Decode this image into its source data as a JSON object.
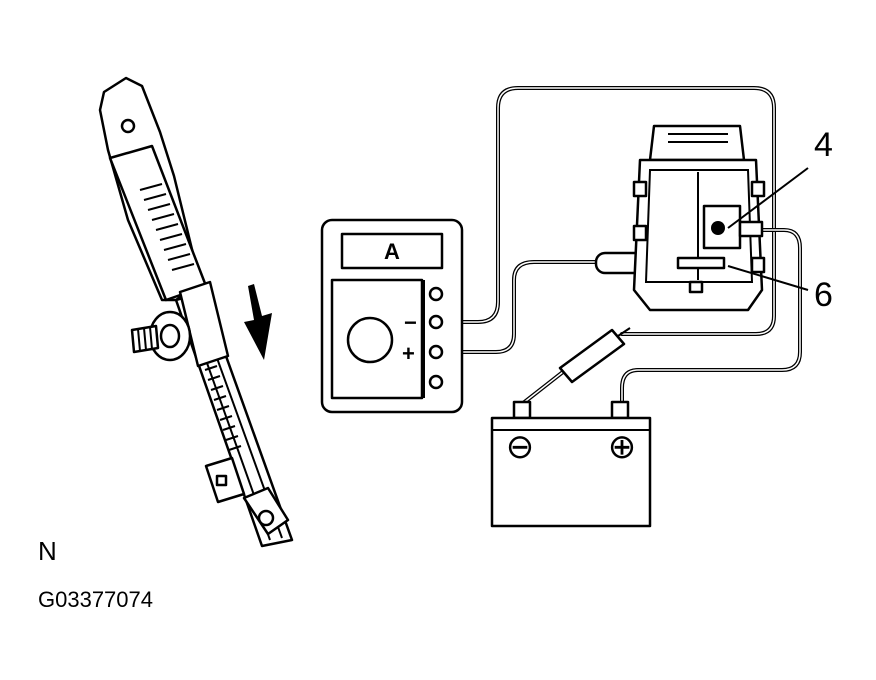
{
  "figure": {
    "meter_label": "A",
    "meter_minus": "−",
    "meter_plus": "+",
    "callouts": [
      {
        "id": "callout-4",
        "text": "4"
      },
      {
        "id": "callout-6",
        "text": "6"
      }
    ],
    "battery_negative": "⊖",
    "battery_positive": "⊕",
    "view_label": "N",
    "figure_code": "G03377074"
  }
}
